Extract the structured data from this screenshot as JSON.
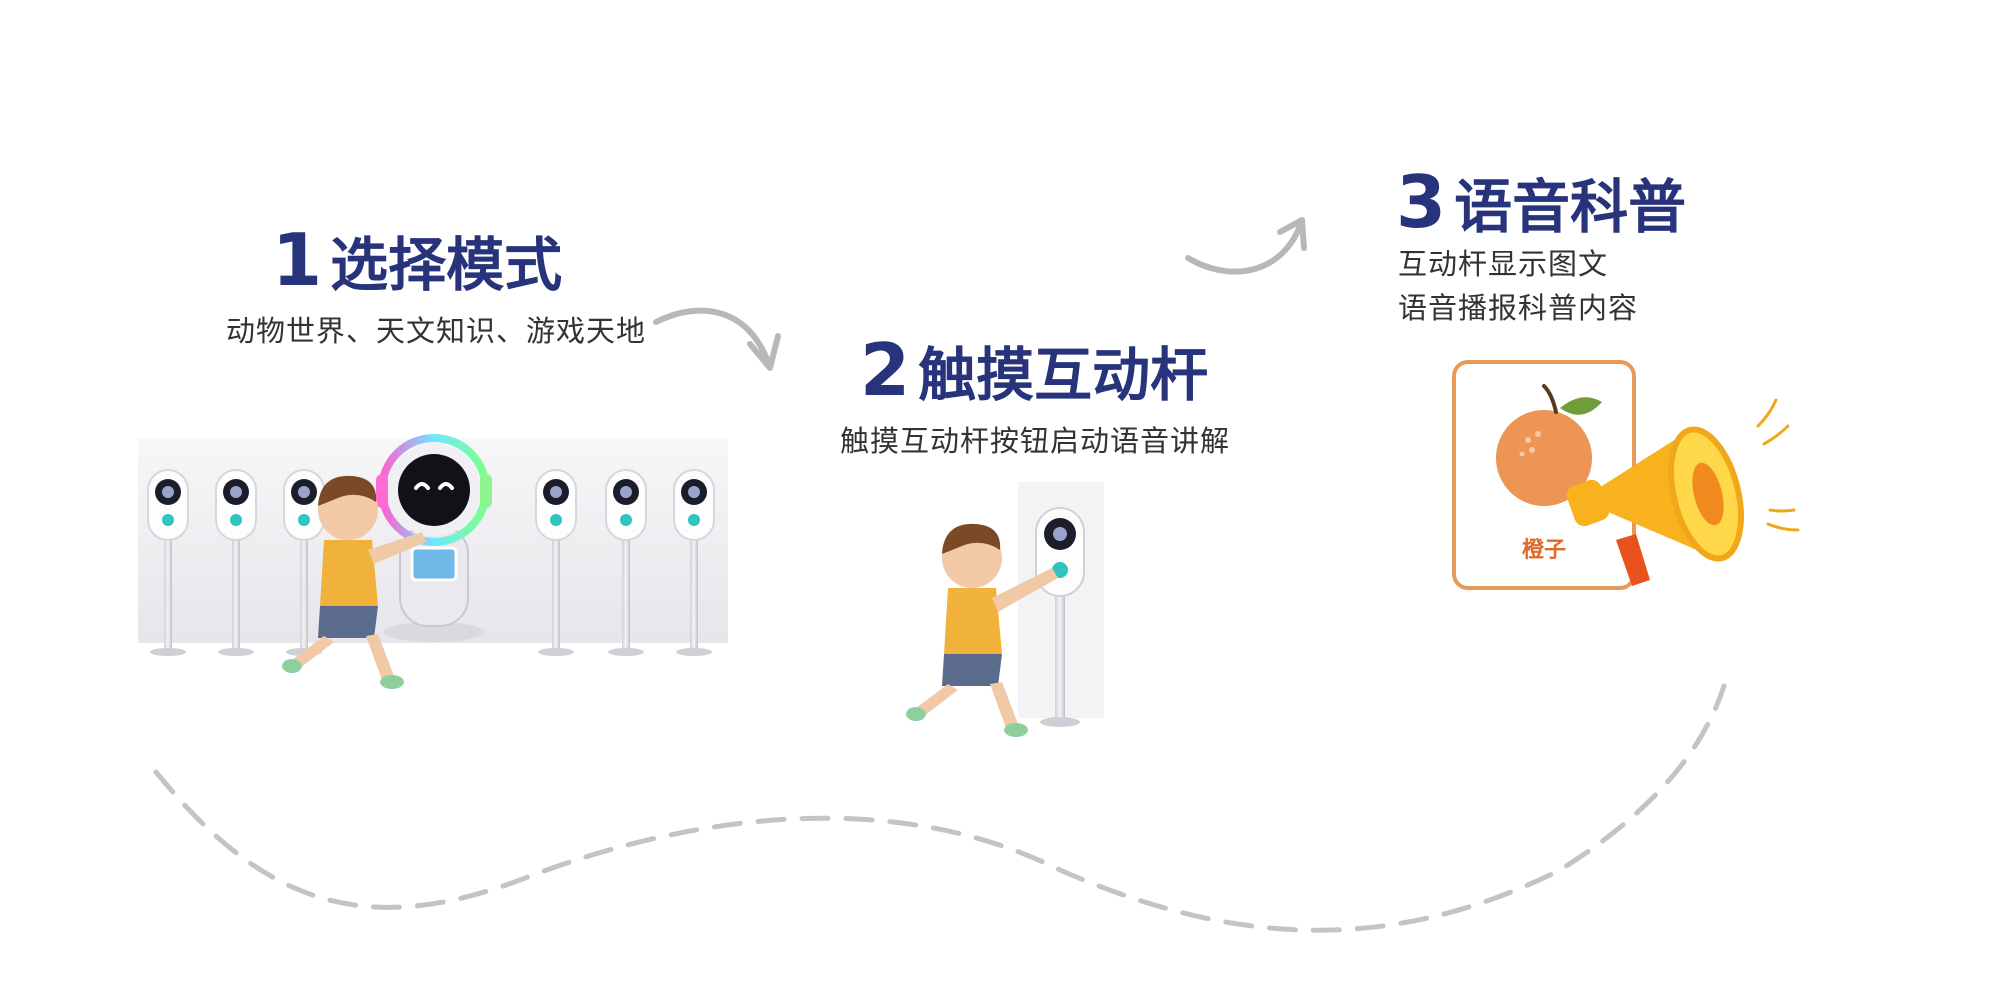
{
  "steps": [
    {
      "number": "1",
      "title": "选择模式",
      "description": "动物世界、天文知识、游戏天地"
    },
    {
      "number": "2",
      "title": "触摸互动杆",
      "description": "触摸互动杆按钮启动语音讲解"
    },
    {
      "number": "3",
      "title": "语音科普",
      "description_lines": [
        "互动杆显示图文",
        "语音播报科普内容"
      ]
    }
  ],
  "card": {
    "label": "橙子"
  },
  "colors": {
    "heading": "#27337a",
    "accent_teal": "#2fc4c0",
    "orange": "#ec9555",
    "card_border": "#e89a5a",
    "megaphone": "#f7b21e",
    "arrow_gray": "#b8b8b8"
  }
}
